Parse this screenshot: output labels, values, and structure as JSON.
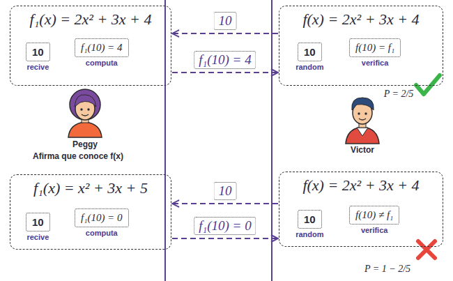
{
  "diagram": {
    "nodes": [
      {
        "text": [
          "f₁(x) = 2x² + 3x + 4"
        ]
      },
      {
        "text": [
          "10",
          "recive"
        ],
        "in": 0
      },
      {
        "text": [
          "f₁(10) = 4",
          "computa"
        ],
        "in": 0
      },
      {
        "text": [
          "f(x) = 2x² + 3x + 4"
        ]
      },
      {
        "text": [
          "10",
          "random"
        ],
        "in": 3
      },
      {
        "text": [
          "f(10) = f₁",
          "verifica"
        ],
        "in": 3
      },
      {
        "text": [
          "f₁(x) = x² + 3x + 5"
        ]
      },
      {
        "text": [
          "10",
          "recive"
        ],
        "in": 6
      },
      {
        "text": [
          "f₁(10) = 0",
          "computa"
        ],
        "in": 6
      },
      {
        "text": [
          "f(x) = 2x² + 3x + 4"
        ]
      },
      {
        "text": [
          "10",
          "random"
        ],
        "in": 9
      },
      {
        "text": [
          "f(10) ≠ f₁",
          "verifica"
        ],
        "in": 9
      }
    ],
    "edges": [
      {
        "from": 3,
        "to": 0,
        "label": "10",
        "arrow": "to"
      },
      {
        "from": 0,
        "to": 3,
        "label": "f₁(10) = 4",
        "arrow": "to"
      },
      {
        "from": 9,
        "to": 6,
        "label": "10",
        "arrow": "to"
      },
      {
        "from": 6,
        "to": 9,
        "label": "f₁(10) = 0",
        "arrow": "to"
      }
    ],
    "labels": [
      "Peggy",
      "Afirma que conoce f(x)",
      "Victor",
      "P = 2/5",
      "P = 1 − 2/5"
    ]
  }
}
